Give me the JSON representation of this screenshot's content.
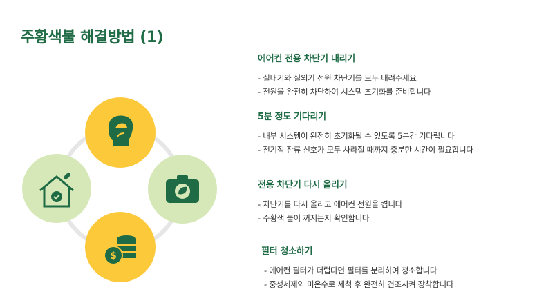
{
  "title": "주황색불 해결방법 (1)",
  "colors": {
    "accent": "#1f6b45",
    "yellow": "#fcc93b",
    "light_green": "#d6e8b8",
    "ring": "#e6e6e6",
    "text": "#333333"
  },
  "icons": {
    "top": "head-leaf-icon",
    "right": "camera-leaf-icon",
    "bottom": "coins-dollar-icon",
    "left": "house-check-icon"
  },
  "sections": [
    {
      "title": "에어컨 전용 차단기 내리기",
      "lines": [
        "- 실내기와 실외기 전원 차단기를 모두 내려주세요",
        "- 전원을 완전히 차단하여 시스템 초기화를 준비합니다"
      ]
    },
    {
      "title": "5분 정도 기다리기",
      "lines": [
        "- 내부 시스템이 완전히 초기화될 수 있도록 5분간 기다립니다",
        "- 전기적 잔류 신호가 모두 사라질 때까지 충분한 시간이 필요합니다"
      ]
    },
    {
      "title": "전용 차단기 다시 올리기",
      "lines": [
        "- 차단기를 다시 올리고 에어컨 전원을 켭니다",
        "- 주황색 불이 꺼지는지 확인합니다"
      ]
    },
    {
      "title": "필터 청소하기",
      "lines": [
        "- 에어컨 필터가 더럽다면 필터를 분리하여 청소합니다",
        "- 중성세제와 미온수로 세척 후 완전히 건조시켜 장착합니다"
      ]
    }
  ]
}
